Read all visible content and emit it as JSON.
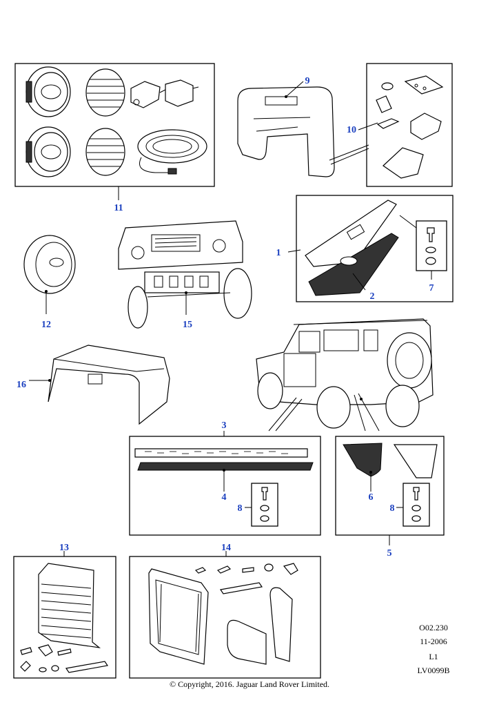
{
  "callouts": {
    "c1": "1",
    "c2": "2",
    "c3": "3",
    "c4": "4",
    "c5": "5",
    "c6": "6",
    "c7": "7",
    "c8a": "8",
    "c8b": "8",
    "c9": "9",
    "c10": "10",
    "c11": "11",
    "c12": "12",
    "c13": "13",
    "c14": "14",
    "c15": "15",
    "c16": "16"
  },
  "meta": {
    "code": "O02.230",
    "date": "11-2006",
    "level": "L1",
    "ref": "LV0099B"
  },
  "copyright": "© Copyright, 2016. Jaguar Land Rover Limited.",
  "colors": {
    "callout": "#1a3fbf",
    "line": "#000000"
  }
}
